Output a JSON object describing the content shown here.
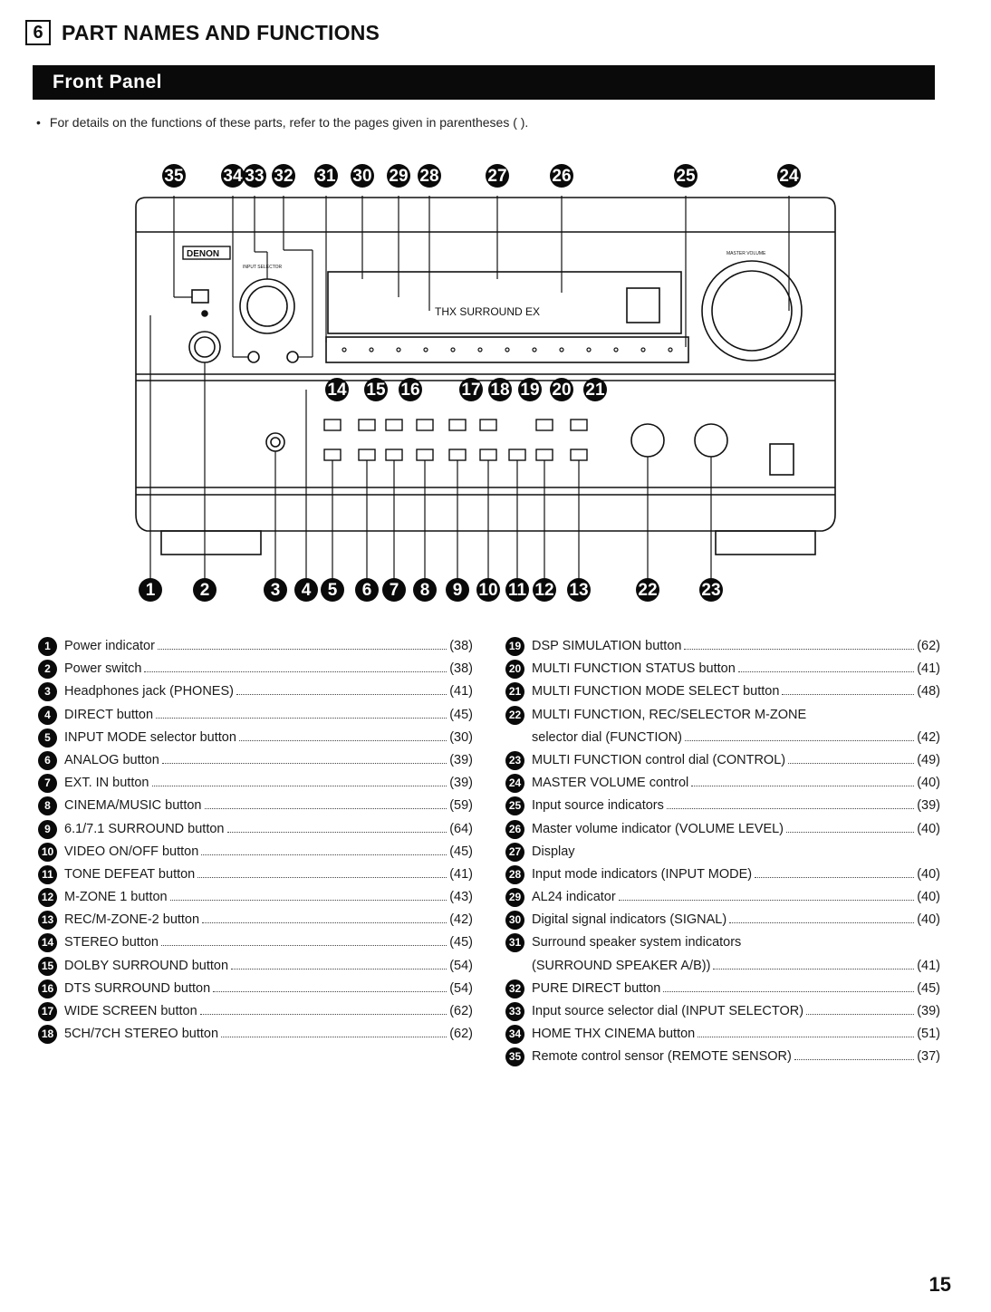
{
  "section_number": "6",
  "section_title": "PART NAMES AND FUNCTIONS",
  "banner": "Front Panel",
  "note": "For details on the functions of these parts, refer to the pages given in parentheses ( ).",
  "diagram": {
    "brand": "DENON",
    "display_text": "THX  SURROUND  EX",
    "input_selector_label": "INPUT SELECTOR",
    "master_volume_label": "MASTER VOLUME",
    "top_callouts": [
      "35",
      "34",
      "33",
      "32",
      "31",
      "30",
      "29",
      "28",
      "27",
      "26",
      "25",
      "24"
    ],
    "middle_callouts": [
      "14",
      "15",
      "16",
      "17",
      "18",
      "19",
      "20",
      "21"
    ],
    "bottom_callouts": [
      "1",
      "2",
      "3",
      "4",
      "5",
      "6",
      "7",
      "8",
      "9",
      "10",
      "11",
      "12",
      "13",
      "22",
      "23"
    ]
  },
  "left_items": [
    {
      "n": "1",
      "text": "Power indicator",
      "page": "(38)"
    },
    {
      "n": "2",
      "text": "Power switch",
      "page": "(38)"
    },
    {
      "n": "3",
      "text": "Headphones jack (PHONES)",
      "page": "(41)"
    },
    {
      "n": "4",
      "text": "DIRECT button",
      "page": "(45)"
    },
    {
      "n": "5",
      "text": "INPUT MODE selector button",
      "page": "(30)"
    },
    {
      "n": "6",
      "text": "ANALOG button",
      "page": "(39)"
    },
    {
      "n": "7",
      "text": "EXT. IN button",
      "page": "(39)"
    },
    {
      "n": "8",
      "text": "CINEMA/MUSIC button",
      "page": "(59)"
    },
    {
      "n": "9",
      "text": "6.1/7.1 SURROUND button",
      "page": "(64)"
    },
    {
      "n": "10",
      "text": "VIDEO ON/OFF button",
      "page": "(45)"
    },
    {
      "n": "11",
      "text": "TONE DEFEAT button",
      "page": "(41)"
    },
    {
      "n": "12",
      "text": "M-ZONE 1 button",
      "page": "(43)"
    },
    {
      "n": "13",
      "text": "REC/M-ZONE-2 button",
      "page": "(42)"
    },
    {
      "n": "14",
      "text": "STEREO button",
      "page": "(45)"
    },
    {
      "n": "15",
      "text": "DOLBY SURROUND button",
      "page": "(54)"
    },
    {
      "n": "16",
      "text": "DTS SURROUND button",
      "page": "(54)"
    },
    {
      "n": "17",
      "text": "WIDE SCREEN button",
      "page": "(62)"
    },
    {
      "n": "18",
      "text": "5CH/7CH STEREO button",
      "page": "(62)"
    }
  ],
  "right_items": [
    {
      "n": "19",
      "text": "DSP SIMULATION button",
      "page": "(62)"
    },
    {
      "n": "20",
      "text": "MULTI FUNCTION STATUS button",
      "page": "(41)"
    },
    {
      "n": "21",
      "text": "MULTI FUNCTION MODE SELECT button",
      "page": "(48)"
    },
    {
      "n": "22",
      "text": "MULTI FUNCTION, REC/SELECTOR M-ZONE",
      "page": ""
    },
    {
      "n": "",
      "text": "selector dial (FUNCTION)",
      "page": "(42)"
    },
    {
      "n": "23",
      "text": "MULTI FUNCTION control dial (CONTROL)",
      "page": "(49)"
    },
    {
      "n": "24",
      "text": "MASTER VOLUME control",
      "page": "(40)"
    },
    {
      "n": "25",
      "text": "Input source indicators",
      "page": "(39)"
    },
    {
      "n": "26",
      "text": "Master volume indicator (VOLUME LEVEL)",
      "page": "(40)"
    },
    {
      "n": "27",
      "text": "Display",
      "page": ""
    },
    {
      "n": "28",
      "text": "Input mode indicators (INPUT MODE)",
      "page": "(40)"
    },
    {
      "n": "29",
      "text": "AL24 indicator",
      "page": "(40)"
    },
    {
      "n": "30",
      "text": "Digital signal indicators (SIGNAL)",
      "page": "(40)"
    },
    {
      "n": "31",
      "text": "Surround speaker system indicators",
      "page": ""
    },
    {
      "n": "",
      "text": "(SURROUND SPEAKER A/B))",
      "page": "(41)"
    },
    {
      "n": "32",
      "text": "PURE DIRECT button",
      "page": "(45)"
    },
    {
      "n": "33",
      "text": "Input source selector dial (INPUT SELECTOR)",
      "page": "(39)"
    },
    {
      "n": "34",
      "text": "HOME THX CINEMA button",
      "page": "(51)"
    },
    {
      "n": "35",
      "text": "Remote control sensor (REMOTE SENSOR)",
      "page": "(37)"
    }
  ],
  "page_number": "15"
}
